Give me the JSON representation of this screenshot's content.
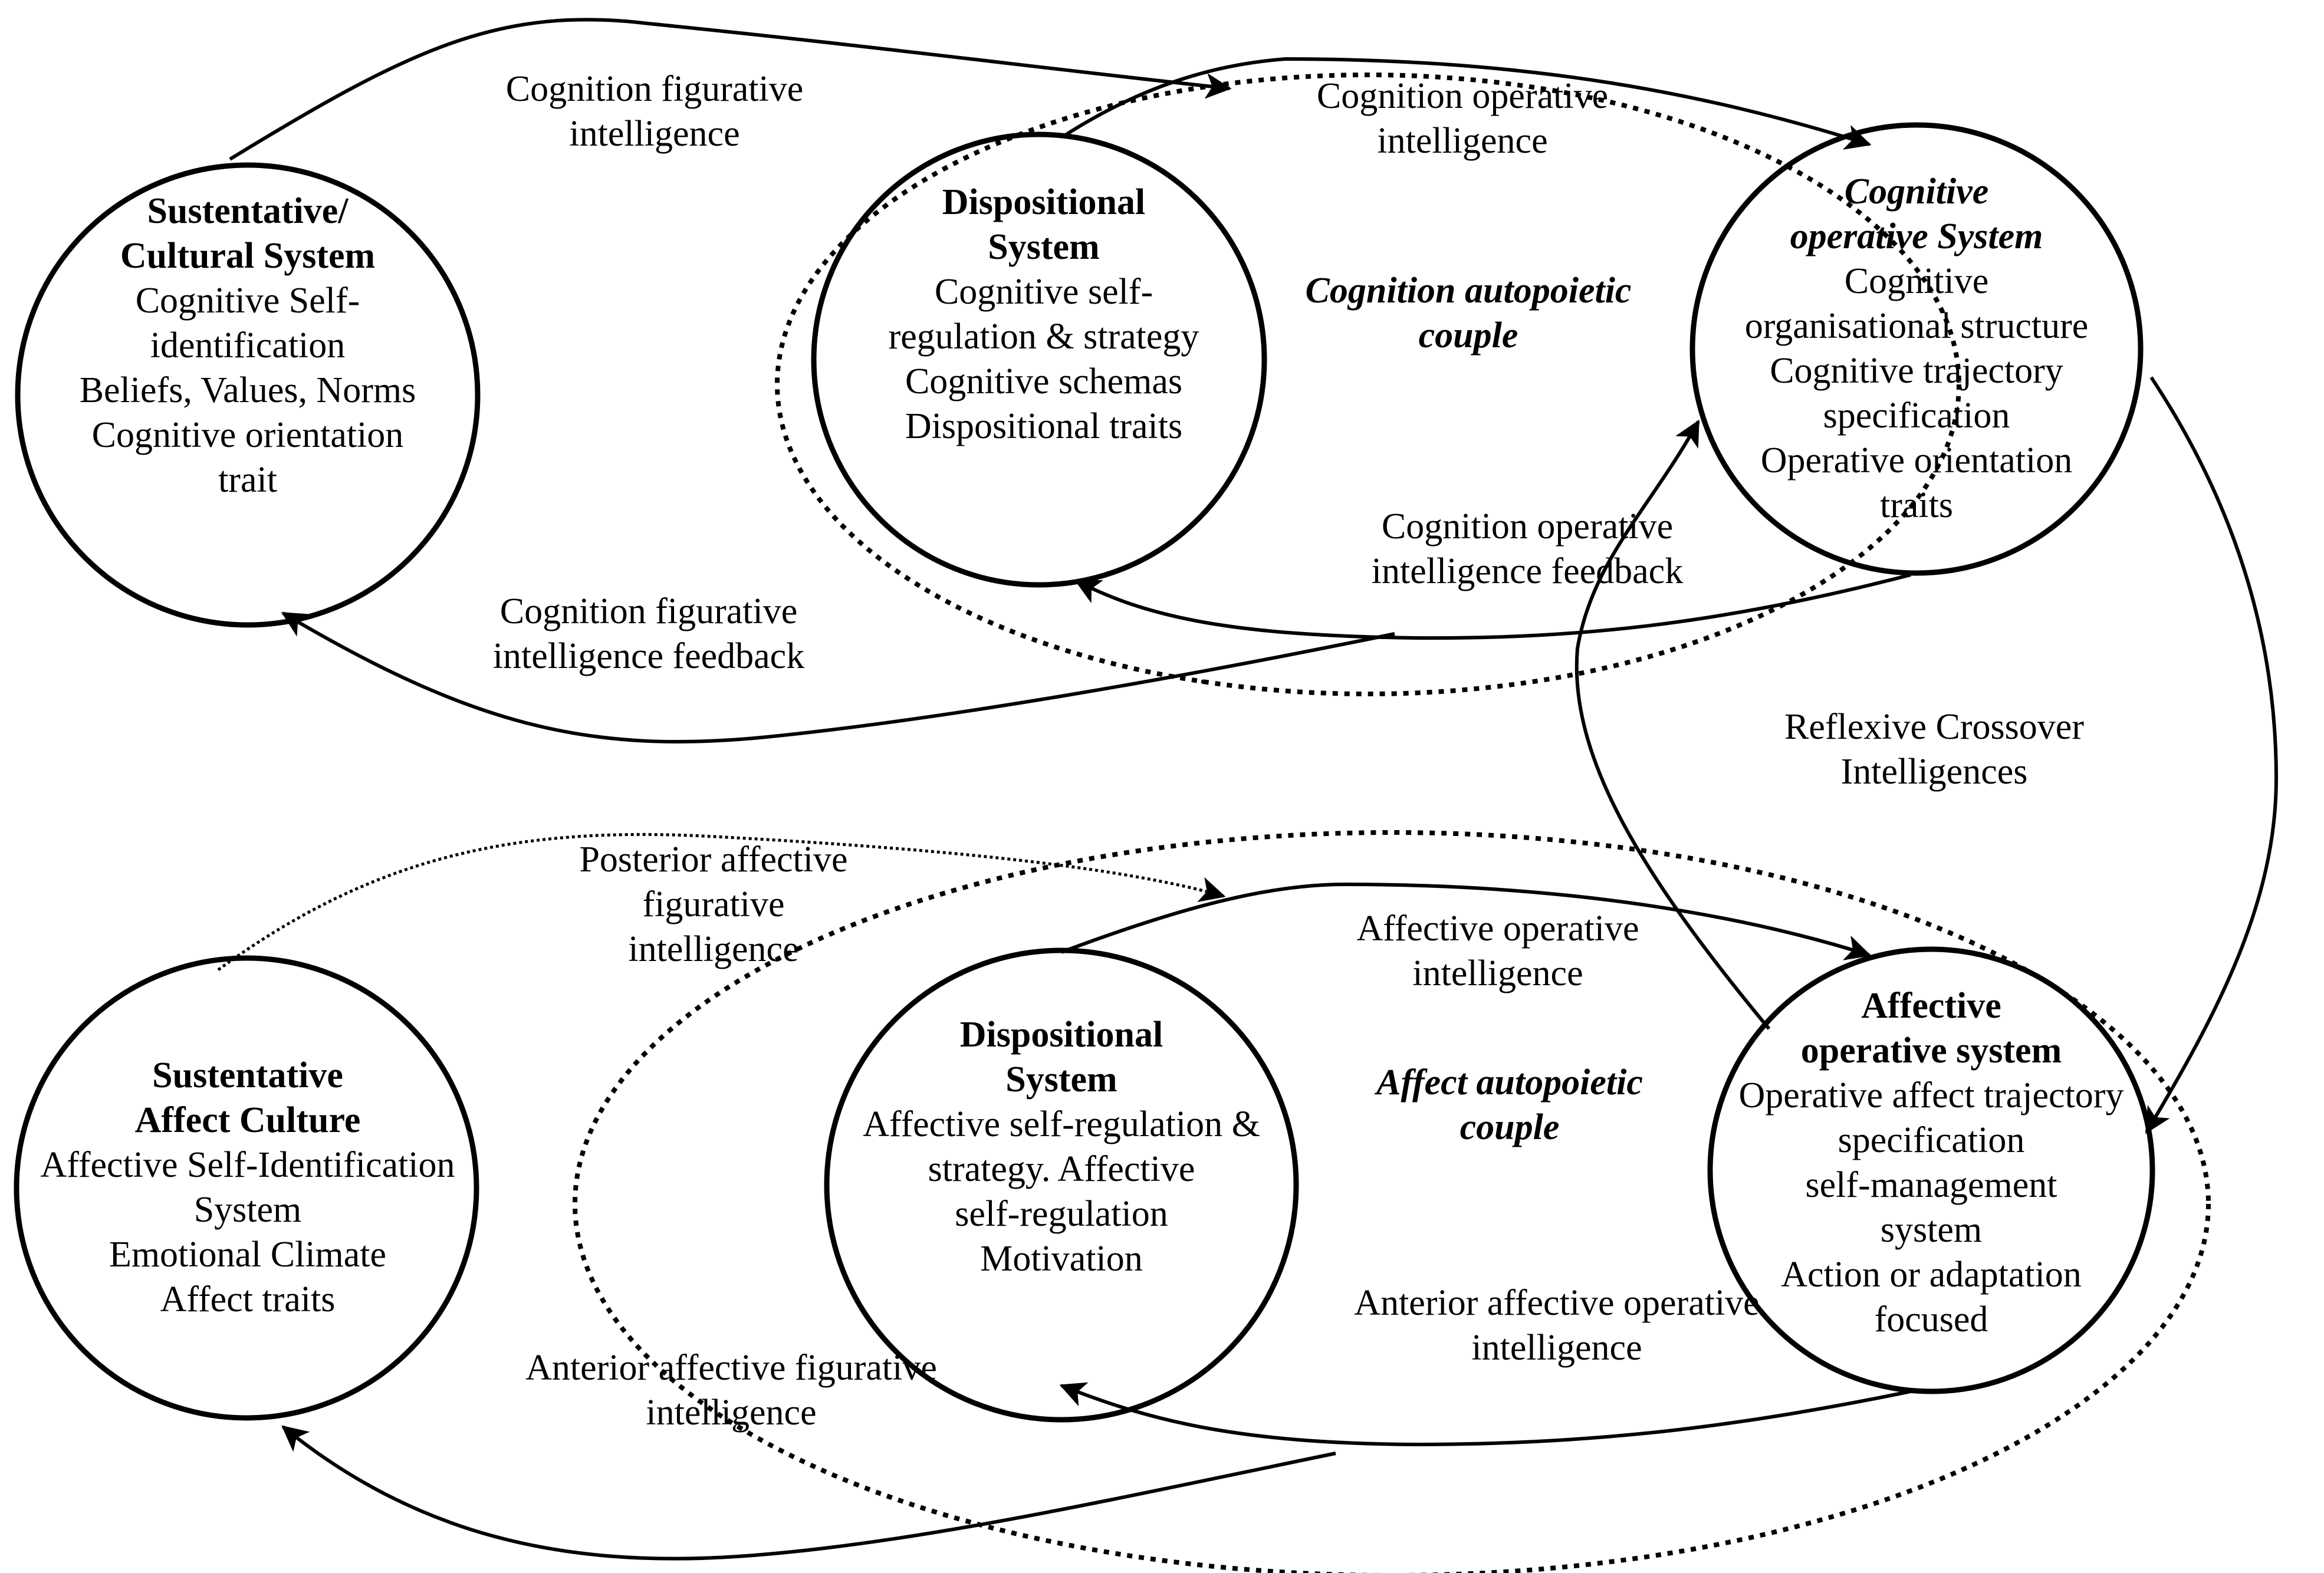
{
  "colors": {
    "ink": "#000000",
    "background": "#ffffff"
  },
  "nodes": {
    "sustentative_cultural": {
      "title": [
        "Sustentative/",
        "Cultural System"
      ],
      "lines": [
        "Cognitive Self-",
        "identification",
        "Beliefs, Values, Norms",
        "Cognitive orientation",
        "trait"
      ]
    },
    "dispositional_cognitive": {
      "title": [
        "Dispositional",
        "System"
      ],
      "lines": [
        "Cognitive self-",
        "regulation & strategy",
        "Cognitive schemas",
        "Dispositional traits"
      ]
    },
    "cognitive_operative": {
      "title": [
        "Cognitive",
        "operative System"
      ],
      "lines": [
        "Cognitive",
        "organisational structure",
        "Cognitive trajectory",
        "specification",
        "Operative orientation",
        "traits"
      ]
    },
    "sustentative_affect": {
      "title": [
        "Sustentative",
        "Affect Culture"
      ],
      "lines": [
        "Affective Self-Identification",
        "System",
        "Emotional Climate",
        "Affect traits"
      ]
    },
    "dispositional_affective": {
      "title": [
        "Dispositional",
        "System"
      ],
      "lines": [
        "Affective self-regulation &",
        "strategy. Affective",
        "self-regulation",
        "Motivation"
      ]
    },
    "affective_operative": {
      "title": [
        "Affective",
        "operative system"
      ],
      "lines": [
        "Operative affect trajectory",
        "specification",
        "self-management",
        "system",
        "Action or adaptation",
        "focused"
      ]
    }
  },
  "couples": {
    "cognition": [
      "Cognition autopoietic",
      "couple"
    ],
    "affect": [
      "Affect autopoietic",
      "couple"
    ]
  },
  "flows": {
    "cognition_figurative": [
      "Cognition figurative",
      "intelligence"
    ],
    "cognition_operative": [
      "Cognition operative",
      "intelligence"
    ],
    "cognition_operative_feedback": [
      "Cognition operative",
      "intelligence feedback"
    ],
    "cognition_figurative_feedback": [
      "Cognition figurative",
      "intelligence feedback"
    ],
    "reflexive_crossover": [
      "Reflexive Crossover",
      "Intelligences"
    ],
    "posterior_affective_figurative": [
      "Posterior affective",
      "figurative",
      "intelligence"
    ],
    "affective_operative": [
      "Affective operative",
      "intelligence"
    ],
    "anterior_affective_operative": [
      "Anterior affective operative",
      "intelligence"
    ],
    "anterior_affective_figurative": [
      "Anterior affective figurative",
      "intelligence"
    ]
  }
}
